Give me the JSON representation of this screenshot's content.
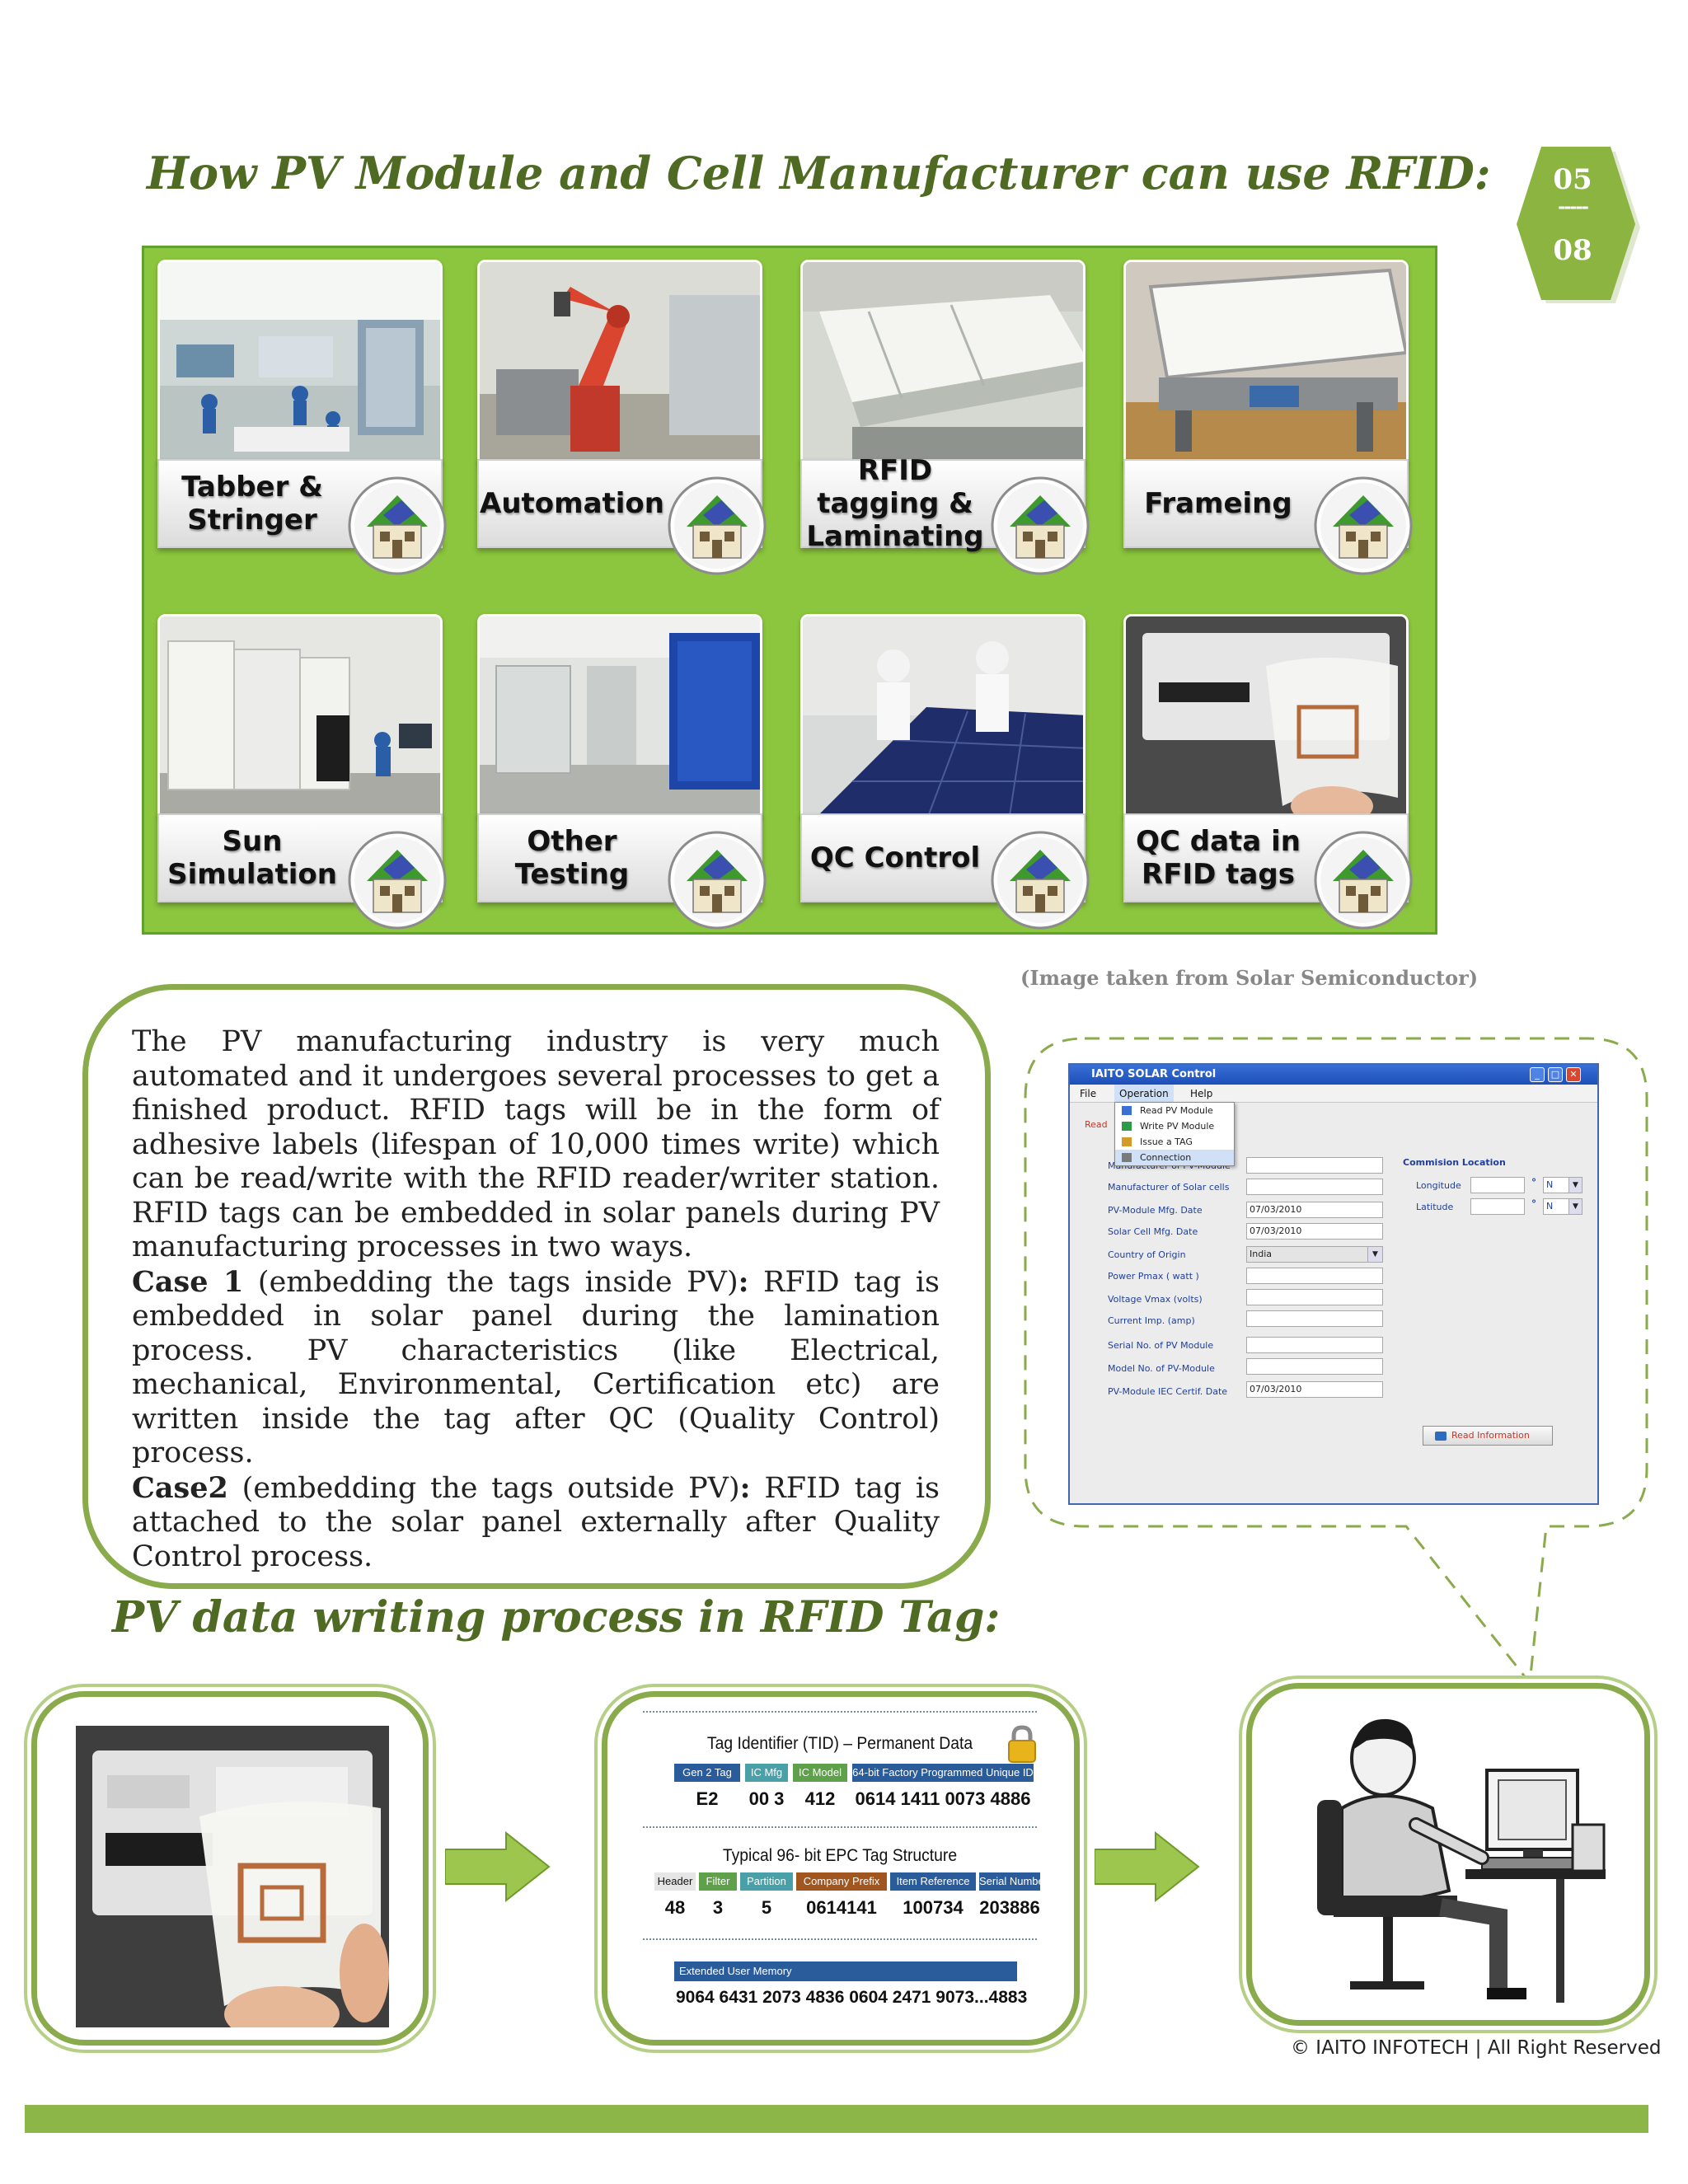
{
  "header": {
    "title": "How PV Module and Cell Manufacturer can use RFID:",
    "page_current": "05",
    "page_divider": "-----",
    "page_total": "08"
  },
  "processes": [
    {
      "label": "Tabber & Stringer"
    },
    {
      "label": "Automation"
    },
    {
      "label": "RFID tagging & Laminating"
    },
    {
      "label": "Frameing"
    },
    {
      "label": "Sun Simulation"
    },
    {
      "label": "Other Testing"
    },
    {
      "label": "QC Control"
    },
    {
      "label": "QC data in RFID tags"
    }
  ],
  "image_credit": "(Image taken from Solar Semiconductor)",
  "body": {
    "intro": "The PV manufacturing industry is very much automated and it undergoes several processes to get a finished product. RFID tags will be in the form of adhesive labels (lifespan of 10,000 times write) which can be read/write with the RFID reader/writer station. RFID tags can be embedded in solar panels during PV manufacturing processes in two ways.",
    "case1_title": "Case 1",
    "case1_sub": " (embedding the tags inside PV)",
    "case1_colon": ":",
    "case1_text": " RFID tag is embedded in solar panel during the lamination process. PV characteristics (like Electrical, mechanical, Environmental, Certification etc) are written inside the tag after QC (Quality Control) process.",
    "case2_title": "Case2",
    "case2_sub": " (embedding the tags outside PV)",
    "case2_colon": ":",
    "case2_text": " RFID tag is attached to the solar panel externally after Quality Control process."
  },
  "software": {
    "window_title": "IAITO SOLAR Control",
    "menu": {
      "file": "File",
      "operation": "Operation",
      "help": "Help"
    },
    "dropdown": [
      "Read PV Module",
      "Write PV Module",
      "Issue a TAG",
      "Connection"
    ],
    "read_tag_fragment": "Read",
    "fields": [
      {
        "label": "Manufacturer of PV-Module",
        "value": ""
      },
      {
        "label": "Manufacturer of Solar cells",
        "value": ""
      },
      {
        "label": "PV-Module Mfg. Date",
        "value": "07/03/2010"
      },
      {
        "label": "Solar Cell Mfg. Date",
        "value": "07/03/2010"
      },
      {
        "label": "Country of Origin",
        "value": "India"
      },
      {
        "label": "Power  Pmax ( watt )",
        "value": ""
      },
      {
        "label": "Voltage  Vmax  (volts)",
        "value": ""
      },
      {
        "label": "Current  Imp.  (amp)",
        "value": ""
      },
      {
        "label": "Serial No. of PV Module",
        "value": ""
      },
      {
        "label": "Model No. of PV-Module",
        "value": ""
      },
      {
        "label": "PV-Module IEC Certif. Date",
        "value": "07/03/2010"
      }
    ],
    "commission_location": "Commision Location",
    "longitude_label": "Longitude",
    "latitude_label": "Latitude",
    "degree_symbol": "°",
    "direction_value": "N",
    "read_button": "Read Information"
  },
  "section2_title": "PV data writing process in RFID Tag:",
  "tid": {
    "title": "Tag Identifier (TID) – Permanent Data",
    "chips": [
      "Gen 2 Tag",
      "IC Mfg",
      "IC Model",
      "64-bit Factory Programmed Unique ID"
    ],
    "values": [
      "E2",
      "00 3",
      "412",
      "0614 1411 0073 4886"
    ]
  },
  "epc": {
    "title": "Typical 96- bit EPC Tag Structure",
    "chips": [
      "Header",
      "Filter",
      "Partition",
      "Company Prefix",
      "Item Reference",
      "Serial Number"
    ],
    "values": [
      "48",
      "3",
      "5",
      "0614141",
      "100734",
      "203886"
    ]
  },
  "user_memory": {
    "label": "Extended User Memory",
    "value": "9064 6431 2073 4836 0604 2471 9073...4883"
  },
  "colors": {
    "accent_green": "#8cc63e",
    "heading_green": "#4f6a22",
    "border_green": "#8aab4b",
    "chip_blue": "#2a5c9c",
    "chip_teal": "#4aa0a8",
    "chip_green": "#5fa04a",
    "chip_brown": "#a0561e"
  },
  "footer": {
    "copyright": "© IAITO INFOTECH  |  All Right Reserved"
  }
}
